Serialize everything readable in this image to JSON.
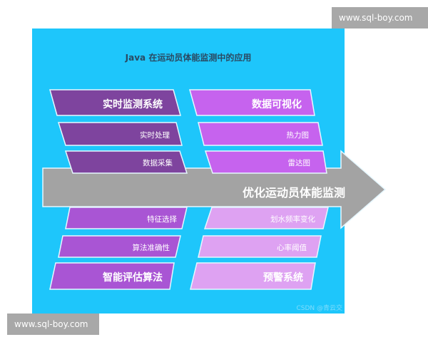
{
  "title": "Java 在运动员体能监测中的应用",
  "arrow": {
    "label": "优化运动员体能监测",
    "color": "#a3a3a3"
  },
  "colors": {
    "background": "#1ec6fb",
    "dark_purple": "#7e449e",
    "purple": "#a955d4",
    "violet": "#c663ee",
    "light_violet": "#dea2f2",
    "outline": "#e6f7ff"
  },
  "groups": {
    "top_left": {
      "heading": "实时监测系统",
      "items": [
        "实时处理",
        "数据采集"
      ]
    },
    "top_right": {
      "heading": "数据可视化",
      "items": [
        "热力图",
        "雷达图"
      ]
    },
    "bottom_left": {
      "heading": "智能评估算法",
      "items": [
        "特征选择",
        "算法准确性"
      ]
    },
    "bottom_right": {
      "heading": "预警系统",
      "items": [
        "划水频率变化",
        "心率阈值"
      ]
    }
  },
  "credit": "CSDN @青云交",
  "watermarks": {
    "top": "www.sql-boy.com",
    "bottom": "www.sql-boy.com"
  }
}
